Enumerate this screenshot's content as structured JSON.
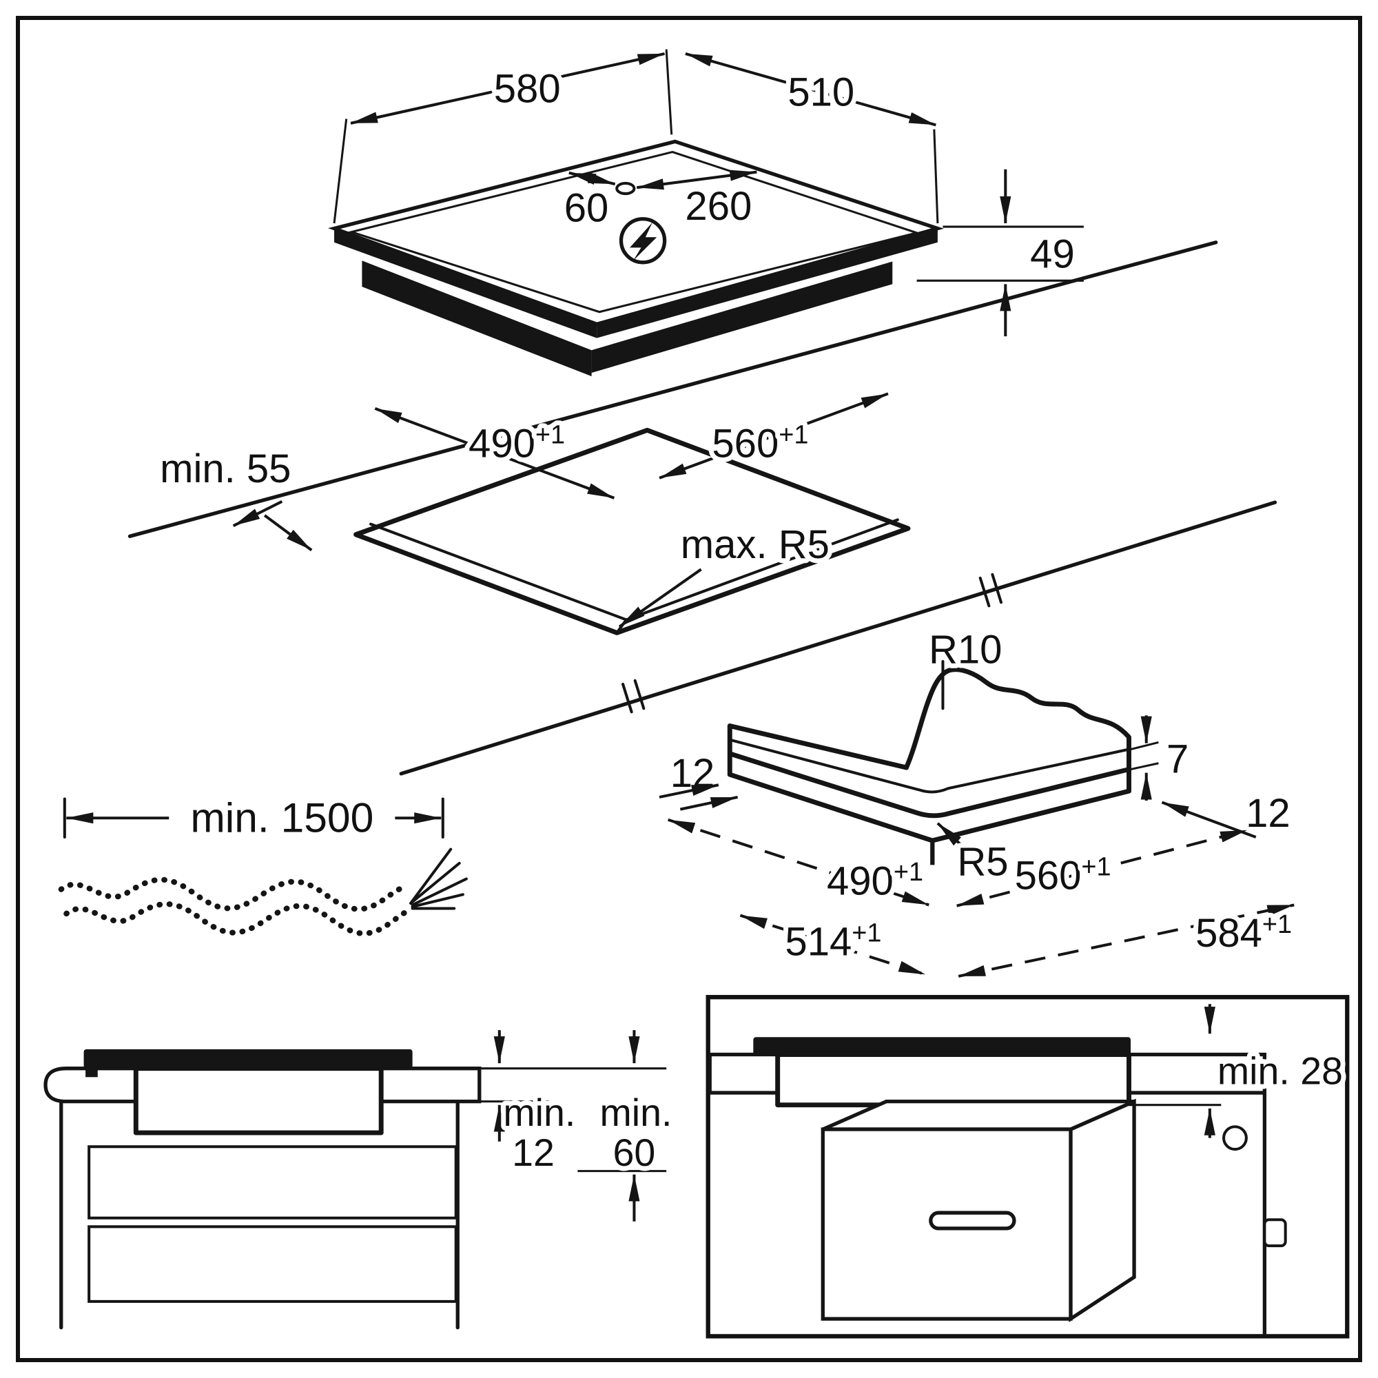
{
  "hob_view": {
    "width": "580",
    "depth": "510",
    "cable_offset": "60",
    "cable_span": "260",
    "height": "49"
  },
  "cutout_view": {
    "edge_clearance": "min. 55",
    "cutout_depth": {
      "base": "490",
      "sup": "+1"
    },
    "cutout_width": {
      "base": "560",
      "sup": "+1"
    },
    "corner_radius": "max. R5"
  },
  "corner_view": {
    "outer_radius": "R10",
    "flange_left": "12",
    "step_depth": "7",
    "flange_right": "12",
    "inner_radius": "R5",
    "inner_depth": {
      "base": "490",
      "sup": "+1"
    },
    "inner_width": {
      "base": "560",
      "sup": "+1"
    },
    "outer_depth": {
      "base": "514",
      "sup": "+1"
    },
    "outer_width": {
      "base": "584",
      "sup": "+1"
    }
  },
  "cable_view": {
    "length": "min. 1500"
  },
  "section_view": {
    "min_1": "min.",
    "gap_1": "12",
    "min_2": "min.",
    "gap_2": "60"
  },
  "oven_view": {
    "clearance": "min. 28"
  }
}
